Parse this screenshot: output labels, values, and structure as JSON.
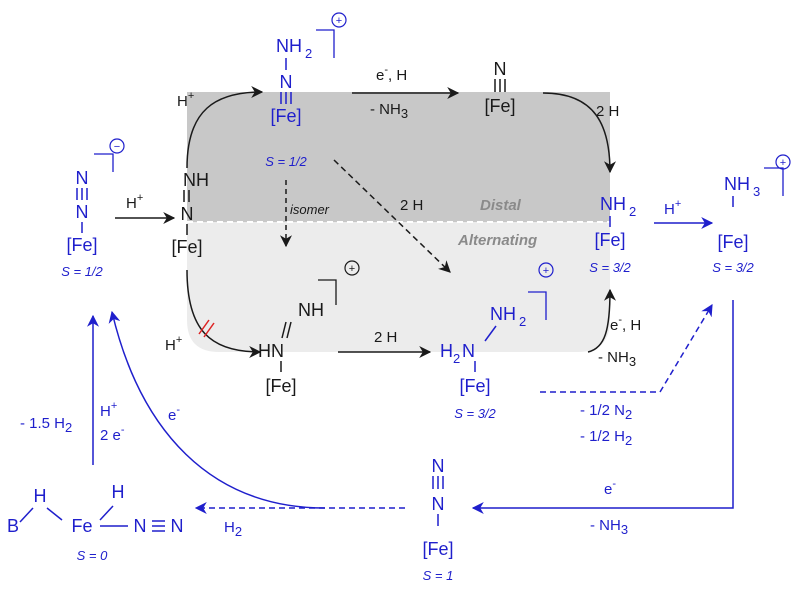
{
  "colors": {
    "blue": "#1f1fcc",
    "black": "#1a1a1a",
    "distal_region": "#c8c8c8",
    "alternating_region": "#ececec",
    "region_label": "#8a8a8a",
    "cancel_mark": "#dd2222"
  },
  "regions": {
    "distal": "Distal",
    "alternating": "Alternating"
  },
  "species": {
    "fe_n2_anion": {
      "top": "N",
      "mid": "N",
      "metal": "[Fe]",
      "charge": "−",
      "spin": "S = 1/2"
    },
    "fe_nnh": {
      "top": "NH",
      "mid": "N",
      "metal": "[Fe]"
    },
    "fe_nnh2": {
      "top": "NH",
      "sub": "2",
      "mid": "N",
      "metal": "[Fe]",
      "charge": "+",
      "spin": "S = 1/2"
    },
    "fe_n": {
      "top": "N",
      "metal": "[Fe]"
    },
    "fe_nh2": {
      "top": "NH",
      "sub": "2",
      "metal": "[Fe]",
      "spin": "S = 3/2"
    },
    "fe_nh3": {
      "top": "NH",
      "sub": "3",
      "metal": "[Fe]",
      "charge": "+",
      "spin": "S = 3/2"
    },
    "fe_nhnh": {
      "top": "NH",
      "mid": "HN",
      "metal": "[Fe]",
      "charge": "+"
    },
    "fe_hydrazine": {
      "top": "NH",
      "sub": "2",
      "mid": "H",
      "mid_sub": "2",
      "mid_n": "N",
      "metal": "[Fe]",
      "charge": "+",
      "spin": "S = 3/2"
    },
    "fe_n2_neutral": {
      "top": "N",
      "mid": "N",
      "metal": "[Fe]",
      "spin": "S = 1"
    },
    "fe_dihydride": {
      "b": "B",
      "h1": "H",
      "fe": "Fe",
      "h2": "H",
      "n2": "N",
      "n2b": "N",
      "spin": "S = 0"
    }
  },
  "labels": {
    "h_plus_1": "H",
    "h_plus_2": "H",
    "h_plus_3": "H",
    "h_plus_4": "H",
    "h_plus_5": "H",
    "plus_sup": "+",
    "e_h_1": "e",
    "e_h_1_tail": ", H",
    "minus_nh3_1": "- NH",
    "sub3": "3",
    "two_h_1": "2 H",
    "two_h_2": "2 H",
    "two_h_3": "2 H",
    "isomer": "isomer",
    "e_h_2": "e",
    "e_h_2_tail": ", H",
    "minus_nh3_2": "- NH",
    "half_n2": "- 1/2 N",
    "half_h2": "- 1/2 H",
    "sub2": "2",
    "e_minus_1": "e",
    "minus_nh3_3": "- NH",
    "h2": "H",
    "e_minus_2": "e",
    "minus_15_h2": "- 1.5 H",
    "two_e": "2 e",
    "minus_sup": "-"
  }
}
